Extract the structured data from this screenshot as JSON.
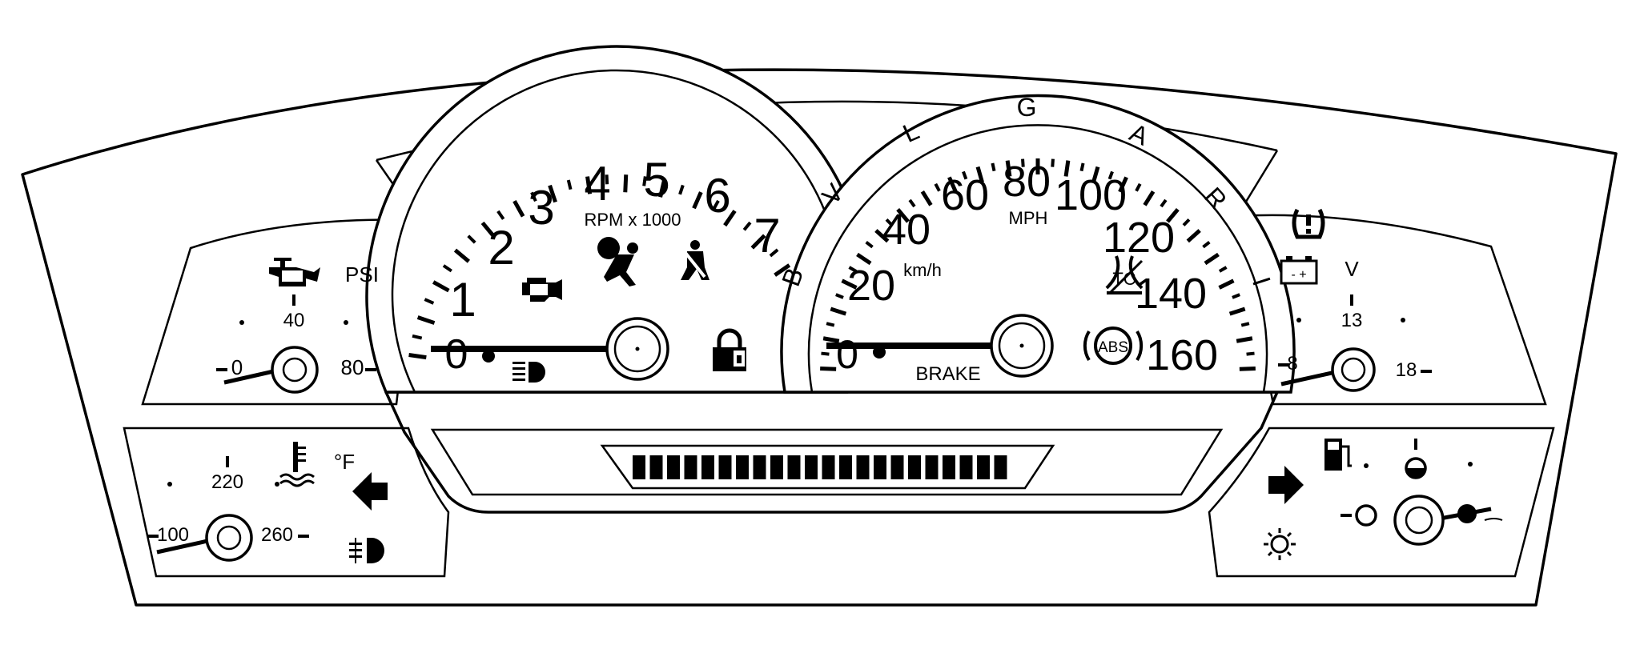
{
  "tachometer": {
    "numbers": [
      "1",
      "2",
      "3",
      "4",
      "5",
      "6",
      "7"
    ],
    "unit_label": "RPM x 1000",
    "zero_label": "0"
  },
  "speedometer": {
    "mph_numbers": [
      "20",
      "40",
      "60",
      "80",
      "100",
      "120",
      "140",
      "160"
    ],
    "mph_label": "MPH",
    "kmh_label": "km/h",
    "zero_label": "0",
    "brake_label": "BRAKE",
    "abs_label": "ABS",
    "tc_label": "TC",
    "ring_letters": [
      "B",
      "V",
      "L",
      "G",
      "A",
      "R",
      "I"
    ]
  },
  "oil_gauge": {
    "unit": "PSI",
    "mid": "40",
    "min": "0",
    "max": "80"
  },
  "temp_gauge": {
    "unit": "°F",
    "mid": "220",
    "min": "100",
    "max": "260"
  },
  "volt_gauge": {
    "unit": "V",
    "mid": "13",
    "min": "8",
    "max": "18"
  },
  "battery_label": "- +",
  "odometer_segments": 22,
  "colors": {
    "line": "#000000",
    "background": "#ffffff"
  },
  "icons": [
    "oil-can-icon",
    "check-engine-icon",
    "airbag-icon",
    "seatbelt-icon",
    "headlamp-icon",
    "security-lock-icon",
    "traction-off-icon",
    "abs-icon",
    "tire-pressure-icon",
    "battery-icon",
    "turn-left-arrow-icon",
    "turn-right-arrow-icon",
    "fog-lamp-icon",
    "coolant-temp-icon",
    "fuel-pump-icon",
    "exterior-light-icon"
  ]
}
